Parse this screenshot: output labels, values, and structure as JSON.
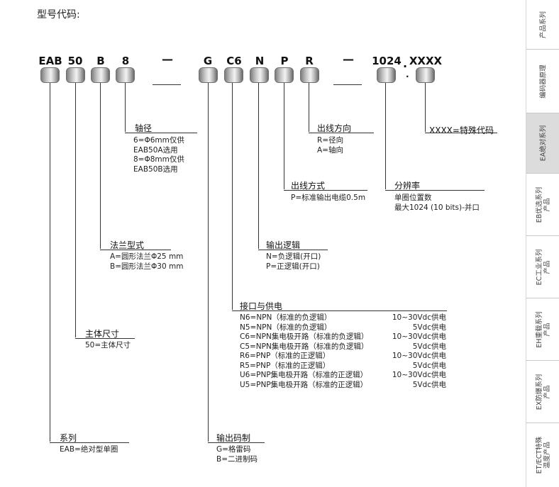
{
  "title": "型号代码:",
  "codes": [
    "EAB",
    "50",
    "B",
    "8",
    "G",
    "C6",
    "N",
    "P",
    "R",
    "1024",
    "XXXX"
  ],
  "dash": "—",
  "dot": ".",
  "sections": {
    "shaft": {
      "label": "轴径",
      "lines": [
        "6=Φ6mm仅供",
        "EAB50A选用",
        "8=Φ8mm仅供",
        "EAB50B选用"
      ]
    },
    "flange": {
      "label": "法兰型式",
      "lines": [
        "A=圆形法兰Φ25 mm",
        "B=圆形法兰Φ30 mm"
      ]
    },
    "body": {
      "label": "主体尺寸",
      "lines": [
        "50=主体尺寸"
      ]
    },
    "series": {
      "label": "系列",
      "lines": [
        "EAB=绝对型单圈"
      ]
    },
    "direction": {
      "label": "出线方向",
      "lines": [
        "R=径向",
        "A=轴向"
      ]
    },
    "outlet": {
      "label": "出线方式",
      "lines": [
        "P=标准输出电缆0.5m"
      ]
    },
    "logic": {
      "label": "输出逻辑",
      "lines": [
        "N=负逻辑(开口)",
        "P=正逻辑(开口)"
      ]
    },
    "interface": {
      "label": "接口与供电",
      "rows": [
        {
          "code": "N6=NPN（标准的负逻辑）",
          "power": "10~30Vdc供电"
        },
        {
          "code": "N5=NPN（标准的负逻辑）",
          "power": "5Vdc供电"
        },
        {
          "code": "C6=NPN集电极开路（标准的负逻辑）",
          "power": "10~30Vdc供电"
        },
        {
          "code": "C5=NPN集电极开路（标准的负逻辑）",
          "power": "5Vdc供电"
        },
        {
          "code": "R6=PNP（标准的正逻辑）",
          "power": "10~30Vdc供电"
        },
        {
          "code": "R5=PNP（标准的正逻辑）",
          "power": "5Vdc供电"
        },
        {
          "code": "U6=PNP集电极开路（标准的正逻辑）",
          "power": "10~30Vdc供电"
        },
        {
          "code": "U5=PNP集电极开路（标准的正逻辑）",
          "power": "5Vdc供电"
        }
      ]
    },
    "outcode": {
      "label": "输出码制",
      "lines": [
        "G=格雷码",
        "B=二进制码"
      ]
    },
    "resolution": {
      "label": "分辨率",
      "lines": [
        "单圈位置数",
        "最大1024 (10 bits)-并口"
      ]
    },
    "special": {
      "label": "XXXX=特殊代码"
    }
  },
  "sidebar": [
    {
      "line1": "产品系列",
      "line2": ""
    },
    {
      "line1": "编码器原理",
      "line2": ""
    },
    {
      "line1": "EA绝对系列",
      "line2": ""
    },
    {
      "line1": "EB优选系列",
      "line2": "产品"
    },
    {
      "line1": "EC工业系列",
      "line2": "产品"
    },
    {
      "line1": "EH重载系列",
      "line2": "产品"
    },
    {
      "line1": "EX防爆系列",
      "line2": "产品"
    },
    {
      "line1": "ET/ECT特殊",
      "line2": "温度产品"
    }
  ]
}
